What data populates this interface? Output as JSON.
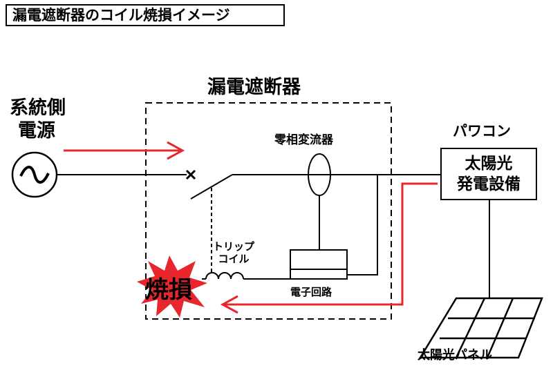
{
  "title": "漏電遮断器のコイル焼損イメージ",
  "breaker_label": "漏電遮断器",
  "grid_side_label": [
    "系統側",
    "電源"
  ],
  "zct_label": "零相変流器",
  "pcs_label": "パワコン",
  "pcs_box_label": [
    "太陽光",
    "発電設備"
  ],
  "trip_coil_label": [
    "トリップ",
    "コイル"
  ],
  "electronic_circuit_label": "電子回路",
  "burnout_label": "焼損",
  "solar_panel_label": "太陽光パネル",
  "icons": [
    "ac-source-icon",
    "open-contact-x-icon",
    "explosion-icon",
    "solar-panel-icon"
  ],
  "colors": {
    "current_arrow": "#e8262d",
    "burst": "#e8262d",
    "line": "#000000"
  }
}
